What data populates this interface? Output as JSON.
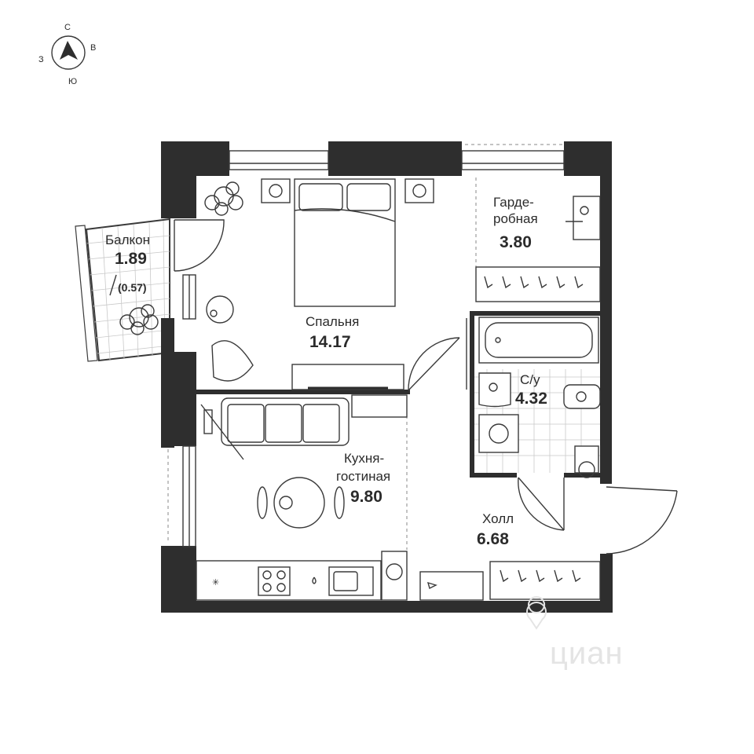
{
  "compass": {
    "north": "С",
    "east": "В",
    "south": "Ю",
    "west": "З"
  },
  "rooms": {
    "balcony": {
      "name": "Балкон",
      "area": "1.89",
      "reduced": "(0.57)"
    },
    "bedroom": {
      "name": "Спальня",
      "area": "14.17"
    },
    "wardrobe": {
      "name_line1": "Гарде-",
      "name_line2": "робная",
      "area": "3.80"
    },
    "bathroom": {
      "name": "С/у",
      "area": "4.32"
    },
    "kitchen": {
      "name_line1": "Кухня-",
      "name_line2": "гостиная",
      "area": "9.80"
    },
    "hall": {
      "name": "Холл",
      "area": "6.68"
    }
  },
  "watermark": {
    "text": "циан",
    "icon": "location-pin-icon"
  },
  "colors": {
    "wall": "#2e2e2e",
    "line": "#3a3a3a",
    "watermark": "#e4e4e4"
  }
}
